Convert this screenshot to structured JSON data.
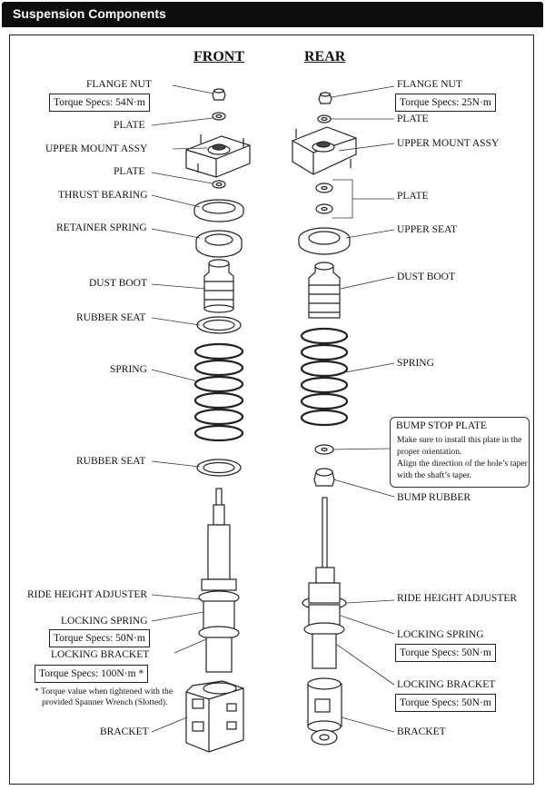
{
  "header": {
    "title": "Suspension Components"
  },
  "columns": {
    "front": "FRONT",
    "rear": "REAR"
  },
  "front": {
    "flange_nut": "FLANGE NUT",
    "flange_torque": "Torque Specs: 54N·m",
    "plate_1": "PLATE",
    "upper_mount": "UPPER MOUNT ASSY",
    "plate_2": "PLATE",
    "thrust_bearing": "THRUST BEARING",
    "retainer_spring": "RETAINER SPRING",
    "dust_boot": "DUST BOOT",
    "rubber_seat_top": "RUBBER SEAT",
    "spring": "SPRING",
    "rubber_seat_bottom": "RUBBER SEAT",
    "ride_height": "RIDE HEIGHT ADJUSTER",
    "locking_spring": "LOCKING SPRING",
    "locking_spring_torque": "Torque Specs: 50N·m",
    "locking_bracket": "LOCKING BRACKET",
    "locking_bracket_torque": "Torque Specs: 100N·m *",
    "torque_note_1": "* Torque value when tightened with the",
    "torque_note_2": "provided Spanner Wrench (Slotted).",
    "bracket": "BRACKET"
  },
  "rear": {
    "flange_nut": "FLANGE NUT",
    "flange_torque": "Torque Specs: 25N·m",
    "plate_1": "PLATE",
    "upper_mount": "UPPER MOUNT ASSY",
    "plate_2": "PLATE",
    "upper_seat": "UPPER  SEAT",
    "dust_boot": "DUST BOOT",
    "spring": "SPRING",
    "bump_stop_title": "BUMP STOP PLATE",
    "bump_stop_note_1": "Make sure to install this plate in the",
    "bump_stop_note_2": "proper orientation.",
    "bump_stop_note_3": "Align the direction of the hole’s taper",
    "bump_stop_note_4": "with the shaft’s taper.",
    "bump_rubber": "BUMP RUBBER",
    "ride_height": "RIDE HEIGHT ADJUSTER",
    "locking_spring": "LOCKING SPRING",
    "locking_spring_torque": "Torque Specs: 50N·m",
    "locking_bracket": "LOCKING BRACKET",
    "locking_bracket_torque": "Torque Specs: 50N·m",
    "bracket": "BRACKET"
  }
}
